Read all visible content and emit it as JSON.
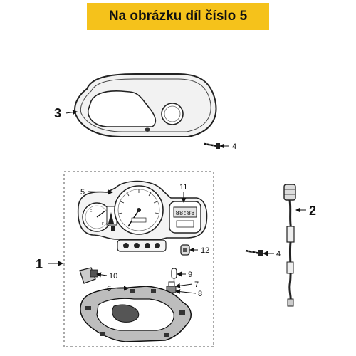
{
  "banner": {
    "text": "Na obrázku díl číslo 5",
    "bg_color": "#f5c21b"
  },
  "callouts": {
    "c1": "1",
    "c2": "2",
    "c3": "3",
    "c4a": "4",
    "c4b": "4",
    "c5": "5",
    "c6": "6",
    "c7": "7",
    "c8": "8",
    "c9": "9",
    "c10": "10",
    "c11": "11",
    "c12": "12"
  },
  "lcd": {
    "digits": "88:88"
  }
}
